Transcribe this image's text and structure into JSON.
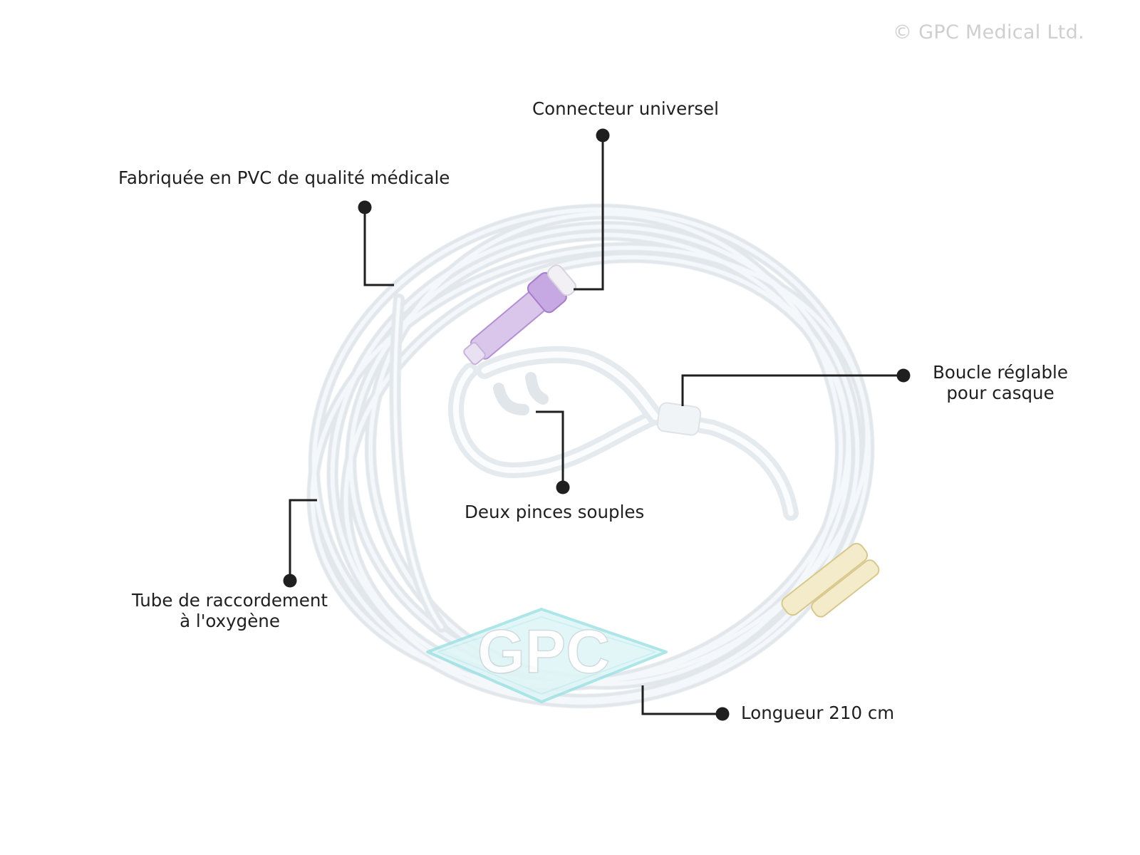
{
  "copyright": "© GPC Medical Ltd.",
  "watermark": {
    "text": "GPC",
    "color": "#7fd9de"
  },
  "colors": {
    "leader_line": "#1f1f1f",
    "tubing": "#e9eef2",
    "connector": "#b48fd4",
    "adapter": "#e8d9a0"
  },
  "callouts": [
    {
      "id": "connector",
      "lines": [
        "Connecteur universel"
      ]
    },
    {
      "id": "pvc",
      "lines": [
        "Fabriquée en PVC de qualité médicale"
      ]
    },
    {
      "id": "loop",
      "lines": [
        "Boucle réglable",
        "pour casque"
      ]
    },
    {
      "id": "prongs",
      "lines": [
        "Deux pinces souples"
      ]
    },
    {
      "id": "tube",
      "lines": [
        "Tube de raccordement",
        "à l'oxygène"
      ]
    },
    {
      "id": "length",
      "lines": [
        "Longueur 210 cm"
      ]
    }
  ]
}
